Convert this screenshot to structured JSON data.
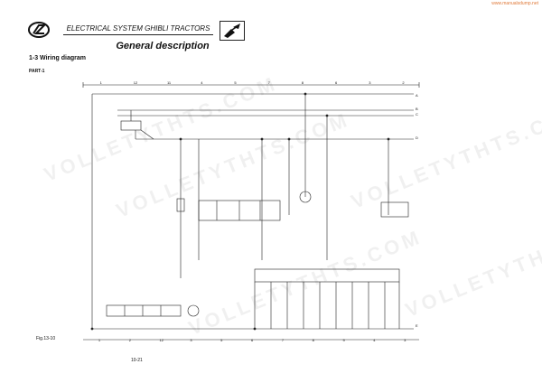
{
  "top_url": "www.manualsdump.net",
  "header": {
    "title": "ELECTRICAL SYSTEM GHIBLI TRACTORS"
  },
  "page_title": "General description",
  "section_heading": "1-3 Wiring diagram",
  "part_label": "PART-1",
  "figure_label": "Fig.13-10",
  "page_number": "10-21",
  "watermark_text": "VOLLETYTHTS.COM",
  "grid_labels_top": [
    "1",
    "12",
    "11",
    "4",
    "5",
    "7",
    "8",
    "6",
    "3",
    "2"
  ],
  "grid_labels_bottom": [
    "1",
    "2",
    "12",
    "3",
    "5",
    "6",
    "7",
    "8",
    "9",
    "4",
    "3"
  ],
  "connector_labels": [
    "A",
    "B",
    "C",
    "D",
    "E"
  ],
  "colors": {
    "line": "#222222",
    "watermark": "#000000"
  }
}
